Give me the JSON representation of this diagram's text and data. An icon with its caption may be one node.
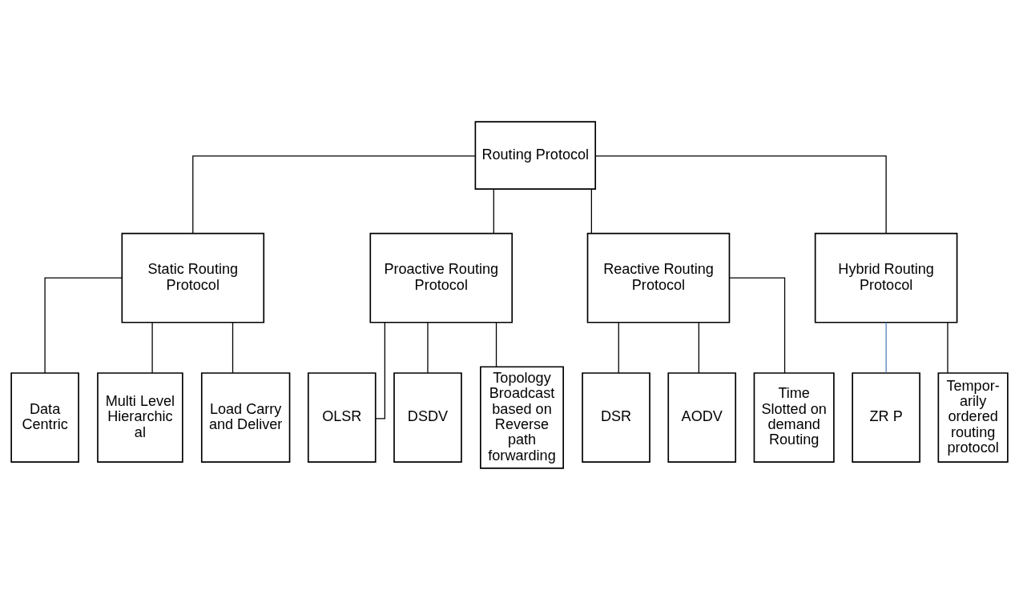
{
  "diagram": {
    "nodes": [
      {
        "text": [
          "Routing Protocol"
        ]
      },
      {
        "text": [
          "Static Routing Protocol"
        ]
      },
      {
        "text": [
          "Proactive Routing Protocol"
        ]
      },
      {
        "text": [
          "Reactive Routing Protocol"
        ]
      },
      {
        "text": [
          "Hybrid Routing Protocol"
        ]
      },
      {
        "text": [
          "Data Centric"
        ]
      },
      {
        "text": [
          "Multi Level Hierarchic al"
        ]
      },
      {
        "text": [
          "Load Carry and Deliver"
        ]
      },
      {
        "text": [
          "OLSR"
        ]
      },
      {
        "text": [
          "DSDV"
        ]
      },
      {
        "text": [
          "Topology Broadcast based on Reverse path forwarding"
        ]
      },
      {
        "text": [
          "DSR"
        ]
      },
      {
        "text": [
          "AODV"
        ]
      },
      {
        "text": [
          "Time Slotted on demand Routing"
        ]
      },
      {
        "text": [
          "ZR P"
        ]
      },
      {
        "text": [
          "Tempor- arily ordered routing protocol"
        ]
      }
    ],
    "edges": [
      {
        "from": 0,
        "to": 1,
        "arrow": "none"
      },
      {
        "from": 0,
        "to": 2,
        "arrow": "none"
      },
      {
        "from": 0,
        "to": 3,
        "arrow": "none"
      },
      {
        "from": 0,
        "to": 4,
        "arrow": "none"
      },
      {
        "from": 1,
        "to": 5,
        "arrow": "none"
      },
      {
        "from": 1,
        "to": 6,
        "arrow": "none"
      },
      {
        "from": 1,
        "to": 7,
        "arrow": "none"
      },
      {
        "from": 2,
        "to": 8,
        "arrow": "none"
      },
      {
        "from": 2,
        "to": 9,
        "arrow": "none"
      },
      {
        "from": 2,
        "to": 10,
        "arrow": "none"
      },
      {
        "from": 3,
        "to": 11,
        "arrow": "none"
      },
      {
        "from": 3,
        "to": 12,
        "arrow": "none"
      },
      {
        "from": 3,
        "to": 13,
        "arrow": "none"
      },
      {
        "from": 4,
        "to": 14,
        "arrow": "none",
        "color": "#4f81bd"
      },
      {
        "from": 4,
        "to": 15,
        "arrow": "none"
      }
    ]
  }
}
